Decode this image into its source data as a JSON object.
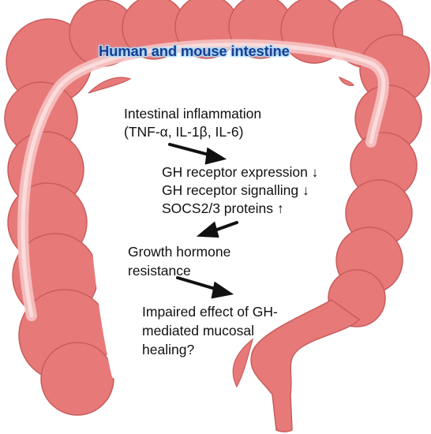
{
  "title": "Human and mouse intestine",
  "colors": {
    "intestine_fill": "#e87979",
    "intestine_stroke": "#c85d5d",
    "highlight": "#f6c3c3",
    "title_text": "#1f3d8c",
    "title_glow": "#8fd0ff",
    "body_text": "#111111"
  },
  "steps": {
    "inflammation": {
      "line1": "Intestinal inflammation",
      "line2": "(TNF-α, IL-1β, IL-6)"
    },
    "receptor": {
      "line1": "GH receptor  expression ↓",
      "line2": "GH receptor  signalling ↓",
      "line3": "SOCS2/3 proteins ↑"
    },
    "resistance": {
      "line1": "Growth hormone",
      "line2": "resistance"
    },
    "outcome": {
      "line1": "Impaired effect of GH-",
      "line2": "mediated mucosal",
      "line3": "healing?"
    }
  }
}
